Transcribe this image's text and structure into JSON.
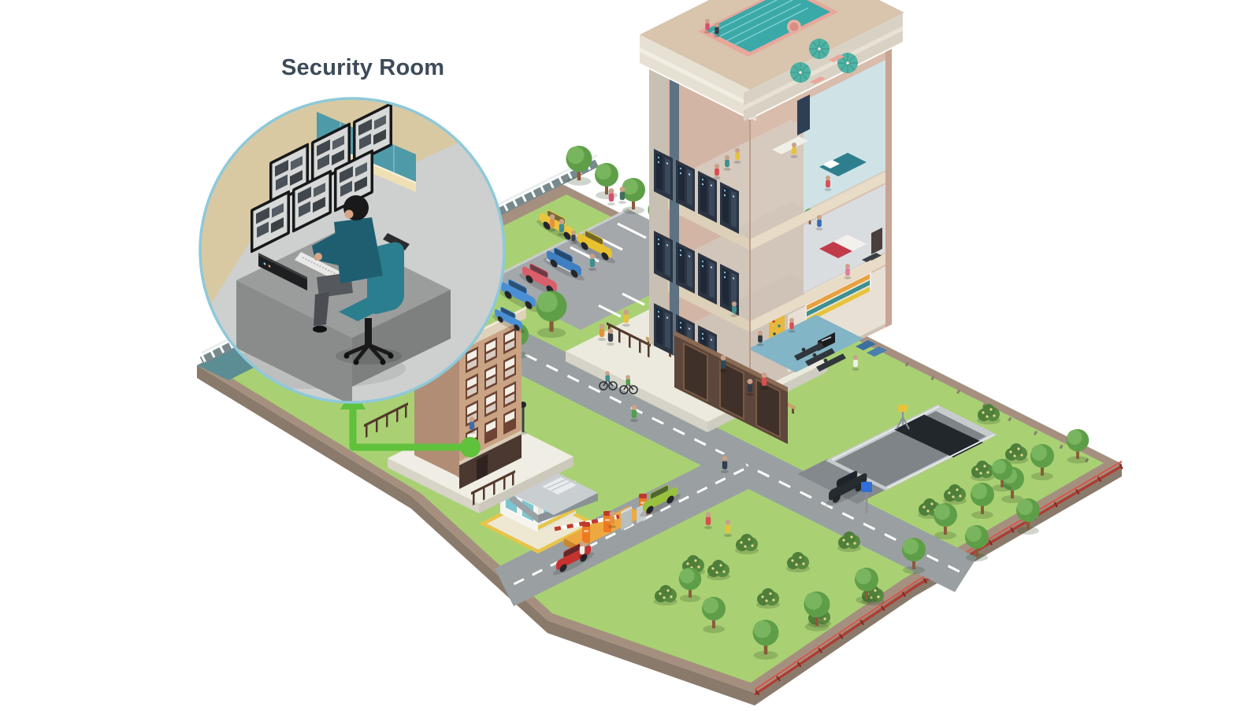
{
  "callout": {
    "label": "Security Room",
    "border_color": "#8ec9d9"
  },
  "connector": {
    "color": "#5fc13c"
  },
  "palette": {
    "background": "#ffffff",
    "lawn": "#a9d173",
    "road": "#9aa0a2",
    "perimeter_path": "#a59080",
    "tower_wall": "#d9bcab",
    "pool_water": "#3aa9a8",
    "accent_teal": "#2a7e8e",
    "monitor_frame": "#1d1f20",
    "label_text": "#3d4b58"
  },
  "scene": {
    "elements": [
      "security-room-callout",
      "monitor-wall",
      "security-operator",
      "connector-arrow",
      "office-tower",
      "rooftop-pool",
      "server-racks",
      "apartment-floors",
      "ground-floor-shop",
      "classroom",
      "parking-lot",
      "underground-parking-ramp",
      "entrance-gate",
      "guard-kiosk",
      "small-building",
      "orchard",
      "perimeter-fence",
      "roads"
    ]
  }
}
